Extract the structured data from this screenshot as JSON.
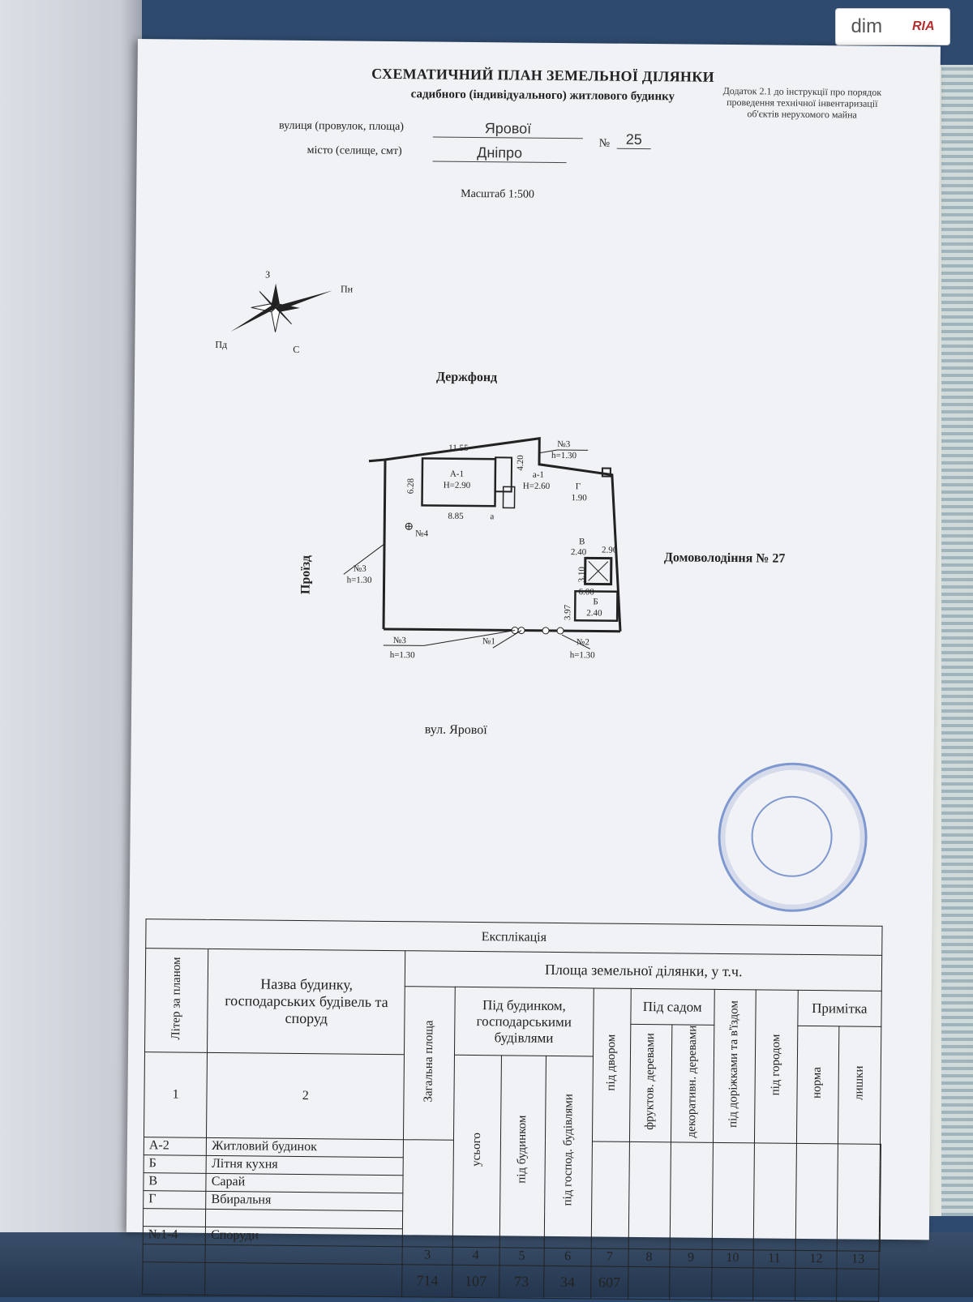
{
  "watermark": {
    "dim": "dim",
    "ria": "RIA"
  },
  "header": {
    "title": "СХЕМАТИЧНИЙ ПЛАН ЗЕМЕЛЬНОЇ ДІЛЯНКИ",
    "subtitle": "садибного (індивідуального) житлового будинку",
    "annex": "Додаток 2.1 до інструкції про порядок проведення технічної інвентаризації об'єктів нерухомого майна"
  },
  "fields": {
    "street_label": "вулиця (провулок, площа)",
    "street_value": "Ярової",
    "number_label": "№",
    "number_value": "25",
    "city_label": "місто (селище, смт)",
    "city_value": "Дніпро",
    "scale": "Масштаб 1:500"
  },
  "compass": {
    "n": "З",
    "e": "Пн",
    "s": "С",
    "w": "Пд"
  },
  "plan": {
    "top_neighbor": "Держфонд",
    "left_neighbor": "Проїзд",
    "right_neighbor": "Домоволодіння № 27",
    "bottom_street": "вул. Ярової",
    "dims": {
      "top": "11.55",
      "a1_width": "6.28",
      "a1_len": "8.85",
      "a_ext": "4.20",
      "g": "1.90",
      "v_w": "2.90",
      "v_d": "3.10",
      "b_w": "6.00",
      "b_d": "3.97"
    },
    "buildings": {
      "A1": "А-1",
      "A1_h": "Н=2.90",
      "a1": "а-1",
      "a1_h": "Н=2.60",
      "a": "а",
      "G": "Г",
      "V": "В",
      "V_h": "2.40",
      "B": "Б",
      "B_h": "2.40"
    },
    "fences": {
      "n3": "№3",
      "h130": "h=1.30",
      "n1": "№1",
      "n2": "№2",
      "n4": "№4"
    }
  },
  "explication": {
    "title": "Експлікація",
    "col_letter": "Літер за планом",
    "col_name": "Назва будинку, господарських будівель та споруд",
    "col_area_group": "Площа земельної ділянки, у т.ч.",
    "col_total": "Загальна площа",
    "col_under_group": "Під будинком, господарськими будівлями",
    "col_all": "усього",
    "col_under_house": "під будинком",
    "col_under_aux": "під господ. будівлями",
    "col_yard": "під двором",
    "col_garden_group": "Під садом",
    "col_fruit": "фруктов. деревами",
    "col_decor": "декоративн. деревами",
    "col_paths": "під доріжками та в'їздом",
    "col_veg": "під городом",
    "col_note_group": "Примітка",
    "col_norm": "норма",
    "col_excess": "лишки",
    "num1": "1",
    "num2": "2",
    "nums": [
      "3",
      "4",
      "5",
      "6",
      "7",
      "8",
      "9",
      "10",
      "11",
      "12",
      "13"
    ],
    "rows": [
      {
        "letter": "А-2",
        "name": "Житловий будинок"
      },
      {
        "letter": "Б",
        "name": "Літня кухня"
      },
      {
        "letter": "В",
        "name": "Сарай"
      },
      {
        "letter": "Г",
        "name": "Вбиральня"
      },
      {
        "letter": "",
        "name": ""
      },
      {
        "letter": "№1-4",
        "name": "Споруди"
      }
    ],
    "values": [
      "714",
      "107",
      "73",
      "34",
      "607",
      "",
      "",
      "",
      "",
      "",
      ""
    ]
  },
  "colors": {
    "ink": "#222222",
    "stamp": "#5a7bc4",
    "paper": "#f1f2f5"
  }
}
